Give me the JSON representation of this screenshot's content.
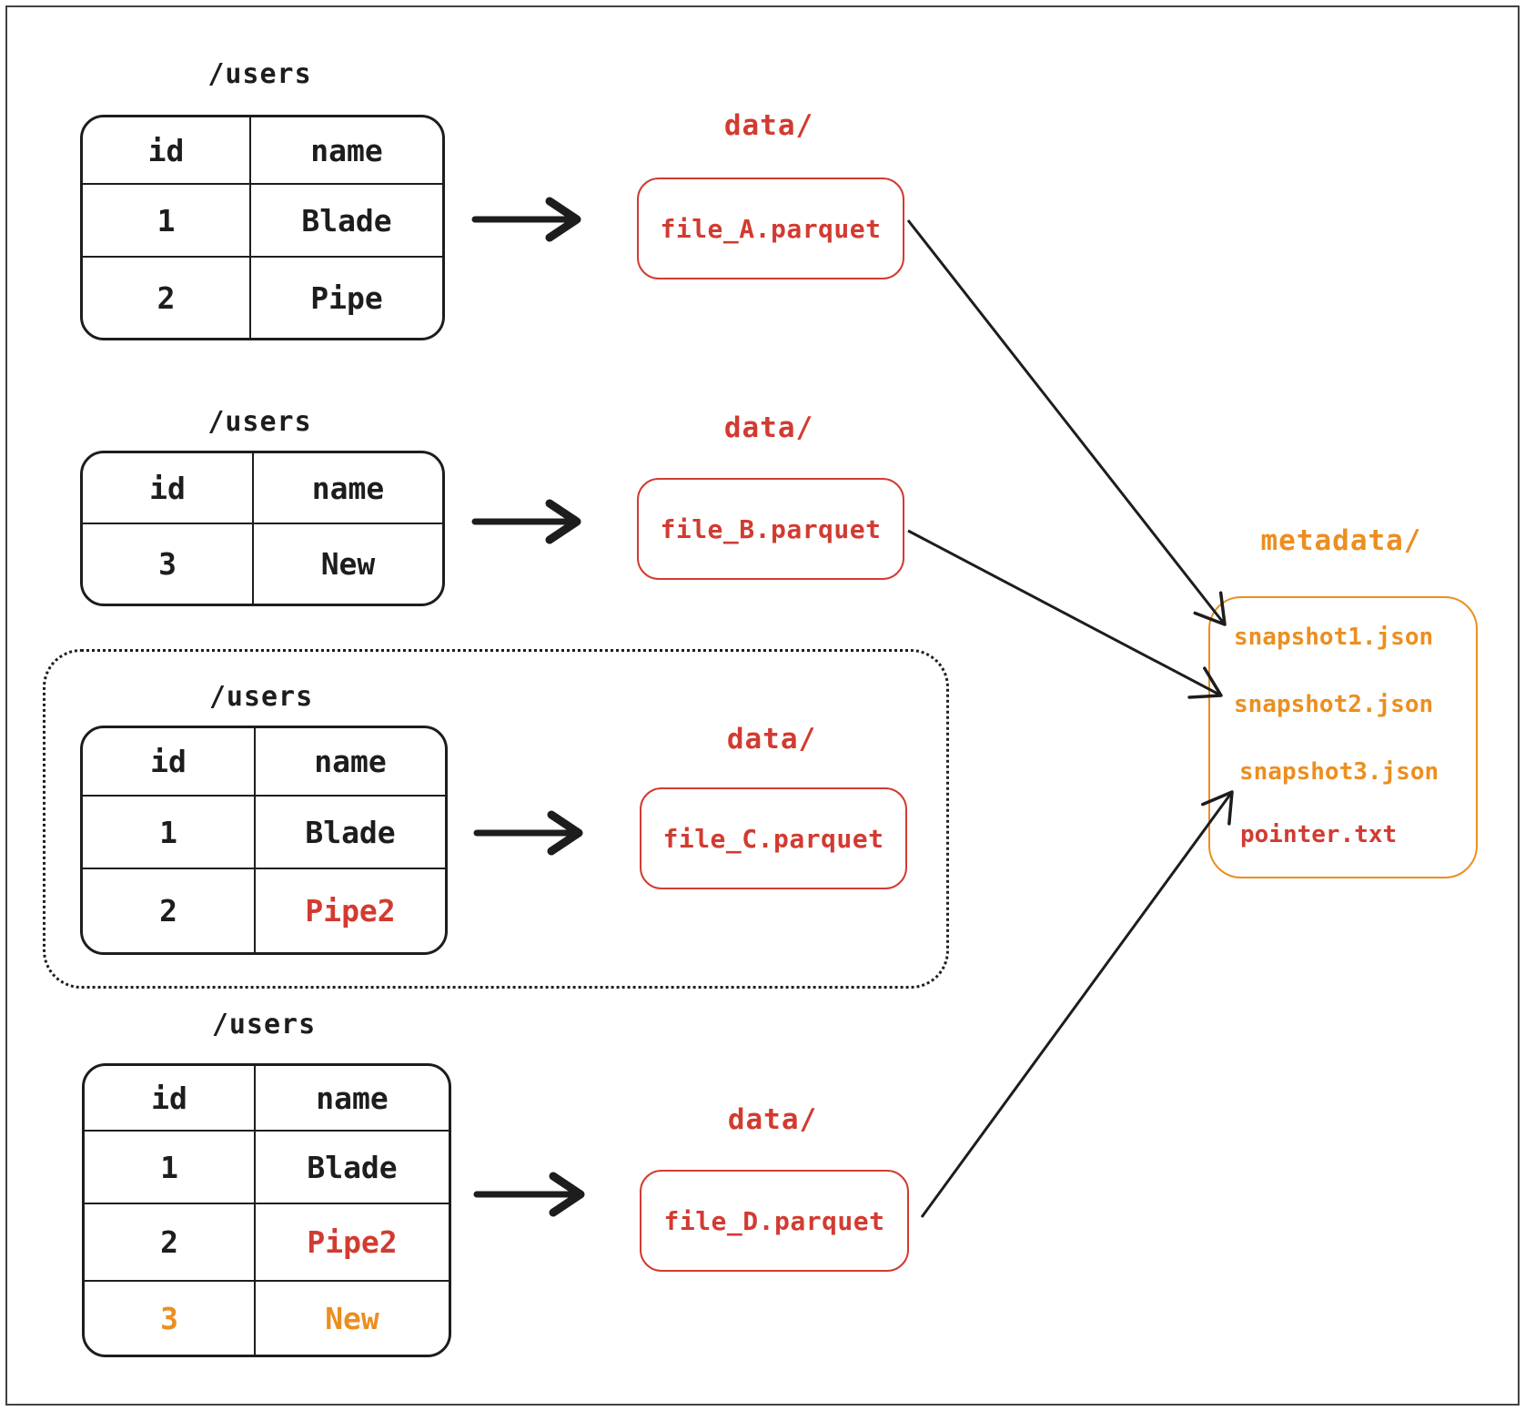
{
  "palette": {
    "ink": "#1d1d1d",
    "red": "#d23b31",
    "orange": "#ec8e1f"
  },
  "groups": [
    {
      "path_label": "/users",
      "data_dir_label": "data/",
      "file_label": "file_A.parquet",
      "table": {
        "headers": [
          "id",
          "name"
        ],
        "rows": [
          [
            "1",
            "Blade"
          ],
          [
            "2",
            "Pipe"
          ]
        ],
        "cell_colors": [
          [
            "ink",
            "ink"
          ],
          [
            "ink",
            "ink"
          ]
        ]
      }
    },
    {
      "path_label": "/users",
      "data_dir_label": "data/",
      "file_label": "file_B.parquet",
      "table": {
        "headers": [
          "id",
          "name"
        ],
        "rows": [
          [
            "3",
            "New"
          ]
        ],
        "cell_colors": [
          [
            "ink",
            "ink"
          ]
        ]
      }
    },
    {
      "path_label": "/users",
      "data_dir_label": "data/",
      "file_label": "file_C.parquet",
      "table": {
        "headers": [
          "id",
          "name"
        ],
        "rows": [
          [
            "1",
            "Blade"
          ],
          [
            "2",
            "Pipe2"
          ]
        ],
        "cell_colors": [
          [
            "ink",
            "ink"
          ],
          [
            "ink",
            "red"
          ]
        ]
      }
    },
    {
      "path_label": "/users",
      "data_dir_label": "data/",
      "file_label": "file_D.parquet",
      "table": {
        "headers": [
          "id",
          "name"
        ],
        "rows": [
          [
            "1",
            "Blade"
          ],
          [
            "2",
            "Pipe2"
          ],
          [
            "3",
            "New"
          ]
        ],
        "cell_colors": [
          [
            "ink",
            "ink"
          ],
          [
            "ink",
            "red"
          ],
          [
            "orange",
            "orange"
          ]
        ]
      }
    }
  ],
  "metadata": {
    "dir_label": "metadata/",
    "files": [
      {
        "name": "snapshot1.json",
        "color": "orange"
      },
      {
        "name": "snapshot2.json",
        "color": "orange"
      },
      {
        "name": "snapshot3.json",
        "color": "orange"
      },
      {
        "name": "pointer.txt",
        "color": "red"
      }
    ]
  }
}
